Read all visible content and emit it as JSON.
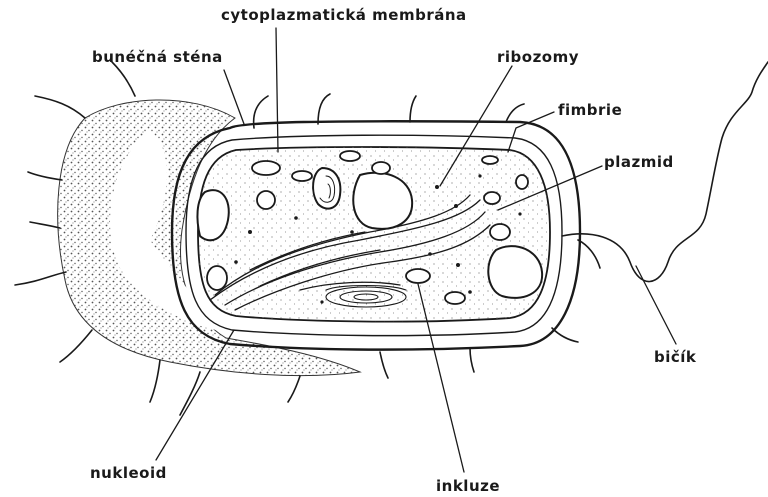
{
  "labels": {
    "cytoplasmic_membrane": "cytoplazmatická membrána",
    "cell_wall": "bunéčná sténa",
    "ribosomes": "ribozomy",
    "fimbriae": "fimbrie",
    "plasmid": "plazmid",
    "flagellum": "bičík",
    "nucleoid": "nukleoid",
    "inclusions": "inkluze"
  },
  "colors": {
    "ink": "#1a1a1a",
    "background": "#ffffff",
    "stipple": "#555555"
  }
}
